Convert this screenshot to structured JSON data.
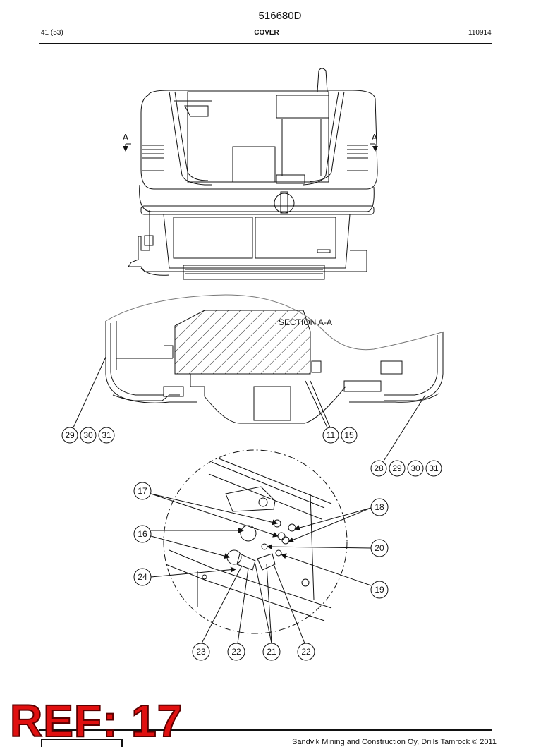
{
  "header": {
    "document_number": "516680D",
    "page": "41 (53)",
    "section": "COVER",
    "date_code": "110914"
  },
  "drawing": {
    "view_markers": [
      "A",
      "A"
    ],
    "section_label": "SECTION A-A",
    "callouts_section": [
      "29",
      "30",
      "31",
      "11",
      "15",
      "28",
      "29",
      "30",
      "31"
    ],
    "callouts_detail": [
      "17",
      "16",
      "24",
      "18",
      "20",
      "19",
      "23",
      "22",
      "21",
      "22"
    ]
  },
  "stamp": {
    "ref_text": "REF: 17",
    "color": "#e01010"
  },
  "footer": {
    "copyright": "Sandvik Mining and Construction Oy, Drills Tamrock © 2011"
  }
}
